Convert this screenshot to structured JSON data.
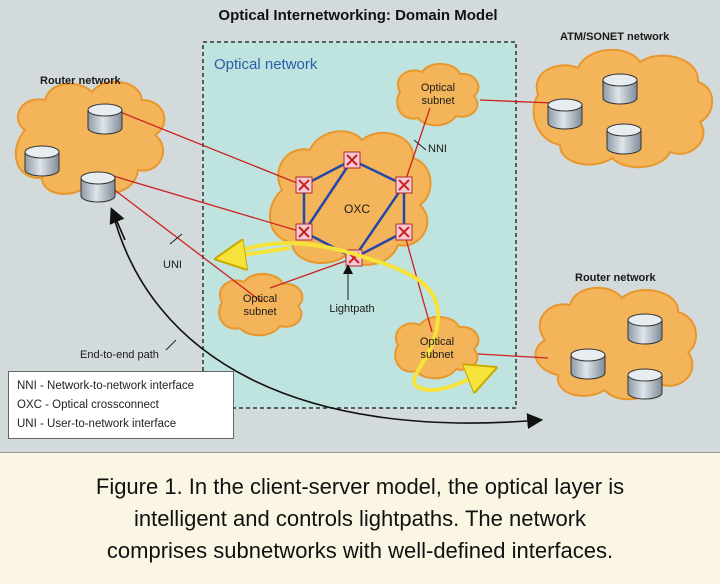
{
  "title": "Optical Internetworking: Domain Model",
  "domain_label": "Optical network",
  "clouds": {
    "router_left": "Router network",
    "atm": "ATM/SONET network",
    "router_right": "Router network",
    "subnet_top": [
      "Optical",
      "subnet"
    ],
    "subnet_left": [
      "Optical",
      "subnet"
    ],
    "subnet_bottom": [
      "Optical",
      "subnet"
    ],
    "oxc": "OXC"
  },
  "labels": {
    "nni": "NNI",
    "uni": "UNI",
    "lightpath": "Lightpath",
    "end_to_end": "End-to-end path"
  },
  "legend": [
    "NNI - Network-to-network interface",
    "OXC - Optical crossconnect",
    "UNI - User-to-network interface"
  ],
  "caption": [
    "Figure 1. In the client-server model, the optical layer is",
    "intelligent and controls lightpaths. The network",
    "comprises subnetworks with well-defined interfaces."
  ],
  "colors": {
    "cloud": "#f4b55a",
    "cloud_edge": "#e8972c",
    "router": "#b9c4cf",
    "link_red": "#cc2222",
    "link_blue": "#2348a8",
    "lightpath": "#f6e33a",
    "domain_fill": "#bfe3df"
  }
}
